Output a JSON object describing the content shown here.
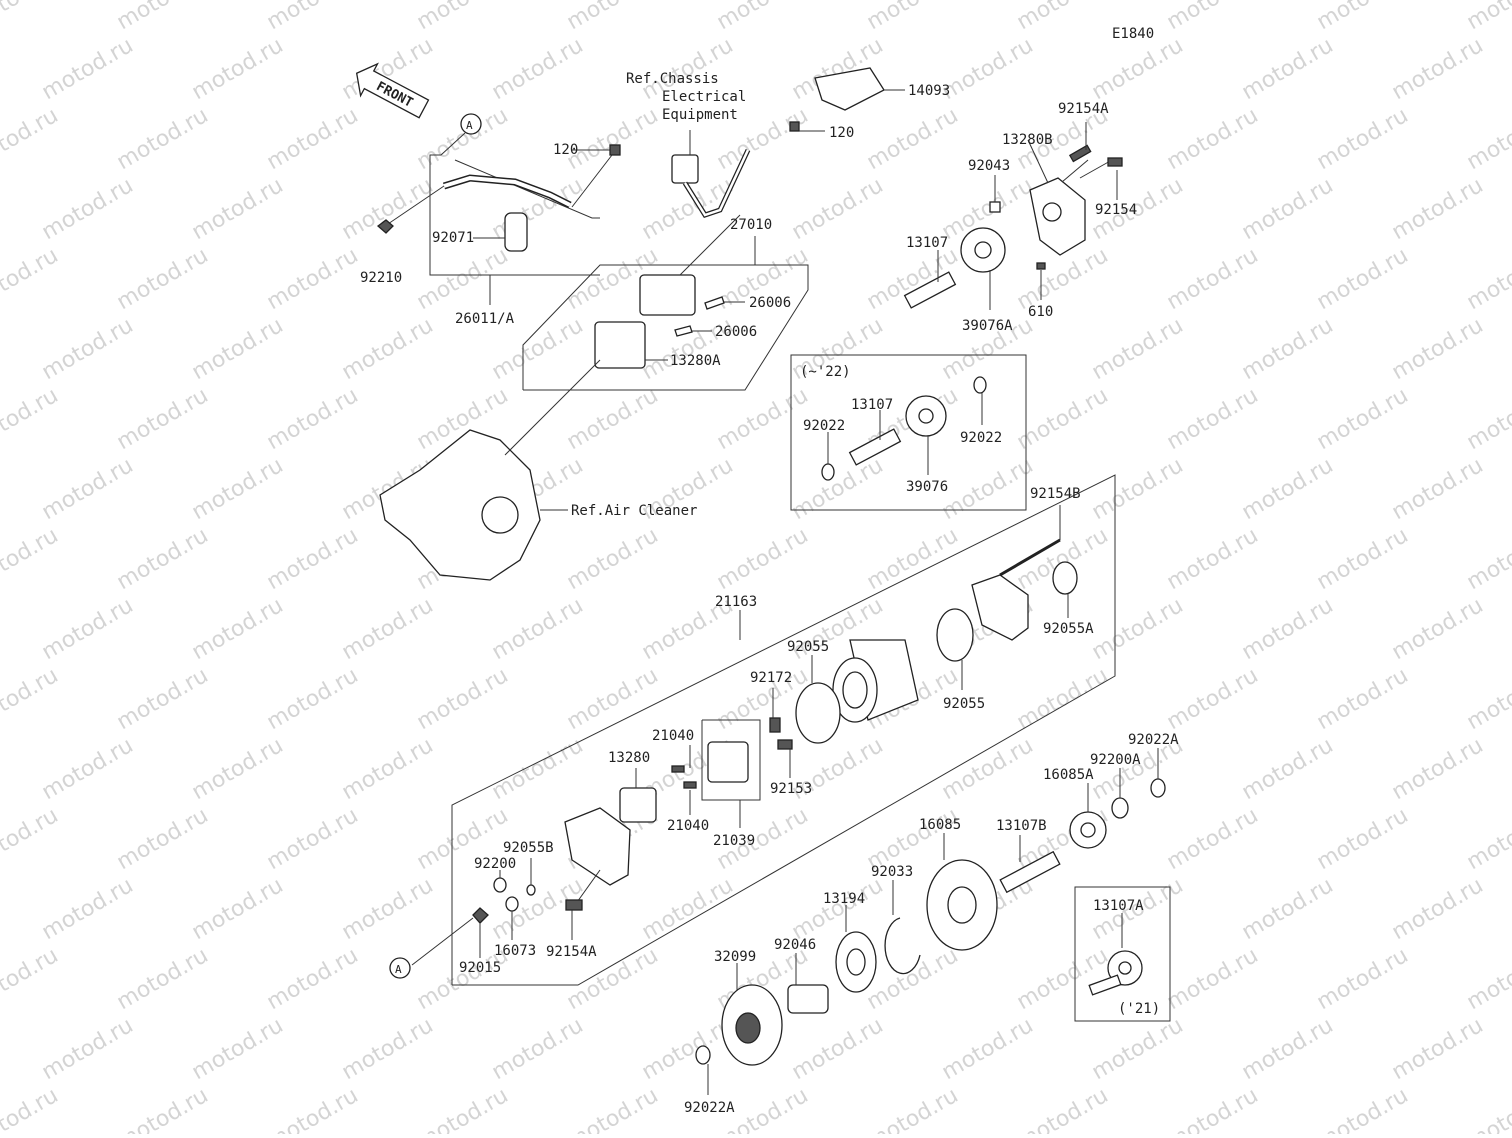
{
  "diagram_code": "E1840",
  "watermark": "motod.ru",
  "front_label": "FRONT",
  "refs": {
    "chassis_line1": "Ref.Chassis",
    "chassis_line2": "Electrical",
    "chassis_line3": "Equipment",
    "air_cleaner": "Ref.Air Cleaner"
  },
  "circle_marker": "A",
  "group_notes": {
    "upto22": "(~'22)",
    "y21": "('21)"
  },
  "parts": {
    "p14093": "14093",
    "p120a": "120",
    "p120b": "120",
    "p92071": "92071",
    "p92210": "92210",
    "p26011": "26011/A",
    "p27010": "27010",
    "p26006a": "26006",
    "p26006b": "26006",
    "p13280A": "13280A",
    "p92154A_top": "92154A",
    "p13280B": "13280B",
    "p92043": "92043",
    "p92154": "92154",
    "p13107_top": "13107",
    "p39076A": "39076A",
    "p610": "610",
    "p13107_box": "13107",
    "p92022_l": "92022",
    "p92022_r": "92022",
    "p39076": "39076",
    "p92154B": "92154B",
    "p21163": "21163",
    "p92055_top": "92055",
    "p92055_mid": "92055",
    "p92055A": "92055A",
    "p92172": "92172",
    "p21040a": "21040",
    "p21040b": "21040",
    "p13280": "13280",
    "p92153": "92153",
    "p21039": "21039",
    "p92055B": "92055B",
    "p92200": "92200",
    "p16073": "16073",
    "p92154A_bot": "92154A",
    "p92015": "92015",
    "p92022A_top": "92022A",
    "p92200A": "92200A",
    "p16085A": "16085A",
    "p16085": "16085",
    "p13107B": "13107B",
    "p92033": "92033",
    "p13194": "13194",
    "p32099": "32099",
    "p92046": "92046",
    "p92022A_bot": "92022A",
    "p13107A": "13107A"
  }
}
